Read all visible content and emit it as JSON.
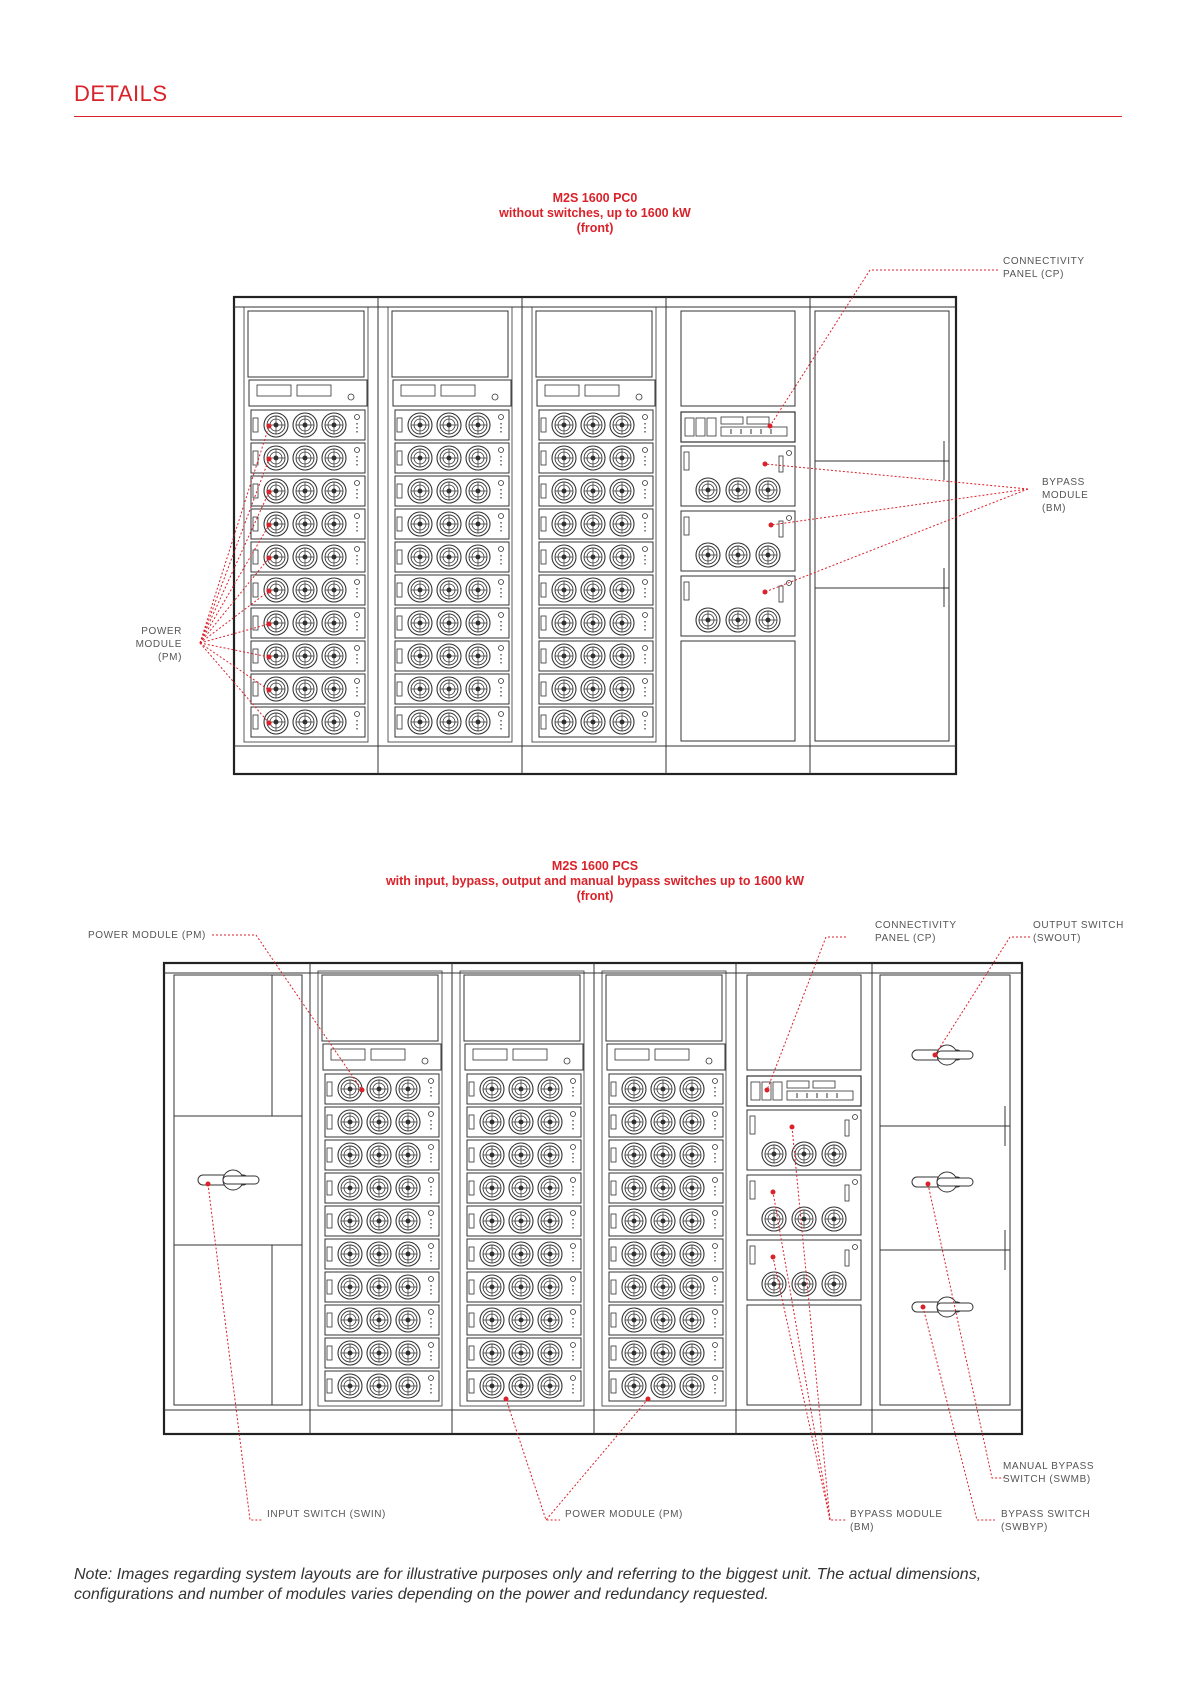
{
  "page": {
    "section_title": "DETAILS",
    "accent_color": "#d9222a"
  },
  "diagram_top": {
    "title_lines": [
      "M2S 1600 PC0",
      "without switches, up to 1600 kW",
      "(front)"
    ],
    "callouts": {
      "connectivity_panel": [
        "CONNECTIVITY",
        "PANEL (CP)"
      ],
      "bypass_module": [
        "BYPASS",
        "MODULE",
        "(BM)"
      ],
      "power_module": [
        "POWER",
        "MODULE",
        "(PM)"
      ]
    }
  },
  "diagram_bottom": {
    "title_lines": [
      "M2S 1600 PCS",
      "with input, bypass, output and manual bypass switches up to 1600 kW",
      "(front)"
    ],
    "callouts": {
      "power_module_top": "POWER MODULE (PM)",
      "connectivity_panel": [
        "CONNECTIVITY",
        "PANEL (CP)"
      ],
      "output_switch": [
        "OUTPUT SWITCH",
        "(SWOUT)"
      ],
      "manual_bypass_switch": [
        "MANUAL BYPASS",
        "SWITCH (SWMB)"
      ],
      "input_switch": "INPUT SWITCH (SWIN)",
      "power_module_bottom": "POWER MODULE (PM)",
      "bypass_module": [
        "BYPASS MODULE",
        "(BM)"
      ],
      "bypass_switch": [
        "BYPASS SWITCH",
        "(SWBYP)"
      ]
    }
  },
  "note_lines": [
    "Note: Images regarding system layouts are for illustrative purposes only and referring to the biggest unit. The actual dimensions,",
    "configurations and number of modules varies depending on the power and redundancy requested."
  ]
}
